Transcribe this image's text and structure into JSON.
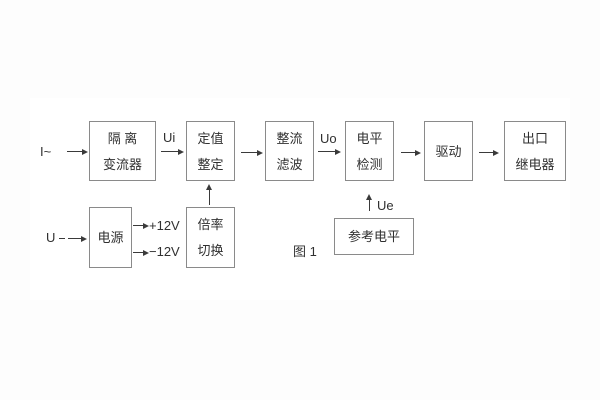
{
  "figure": {
    "caption": "图 1"
  },
  "blocks": {
    "isolation": {
      "line1": "隔 离",
      "line2": "变流器"
    },
    "setting": {
      "line1": "定值",
      "line2": "整定"
    },
    "rectifier": {
      "line1": "整流",
      "line2": "滤波"
    },
    "level": {
      "line1": "电平",
      "line2": "检测"
    },
    "drive": {
      "label": "驱动"
    },
    "output": {
      "line1": "出口",
      "line2": "继电器"
    },
    "power": {
      "label": "电源"
    },
    "ratio": {
      "line1": "倍率",
      "line2": "切换"
    },
    "reference": {
      "label": "参考电平"
    }
  },
  "signals": {
    "input_current": "I~",
    "input_voltage": "U",
    "ui": "Ui",
    "uo": "Uo",
    "ue": "Ue",
    "plus12v": "+12V",
    "minus12v": "−12V"
  },
  "colors": {
    "line": "#3a3a3a",
    "box_border": "#8a8a8a",
    "text": "#303030",
    "background": "#fdfdfd"
  }
}
